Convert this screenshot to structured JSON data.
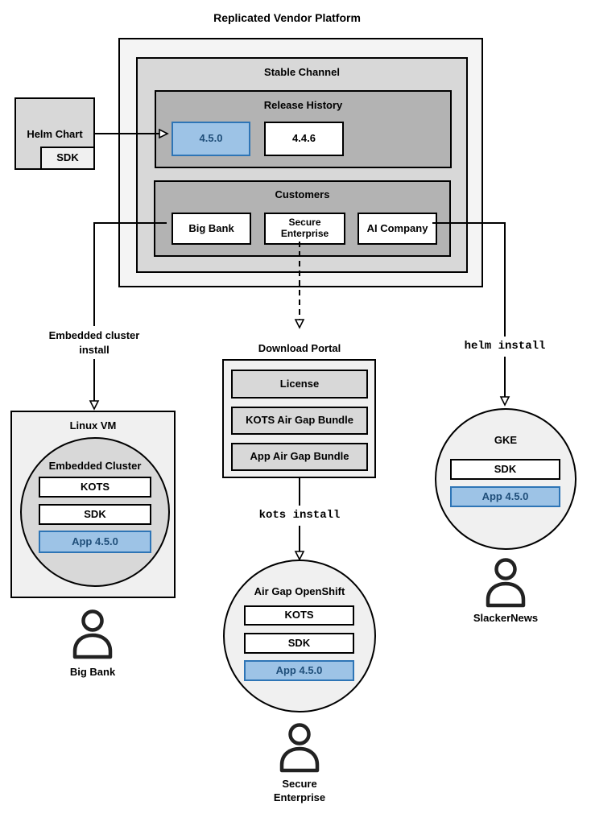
{
  "title": "Replicated Vendor Platform",
  "platform": {
    "channel_label": "Stable Channel",
    "release_history": {
      "label": "Release History",
      "releases": [
        {
          "version": "4.5.0",
          "highlighted": true
        },
        {
          "version": "4.4.6",
          "highlighted": false
        }
      ]
    },
    "customers": {
      "label": "Customers",
      "items": [
        {
          "name": "Big Bank"
        },
        {
          "name": "Secure Enterprise"
        },
        {
          "name": "AI Company"
        }
      ]
    }
  },
  "helm_chart": {
    "label": "Helm Chart",
    "sdk": "SDK"
  },
  "edges": {
    "embedded_install": "Embedded cluster install",
    "kots_install": "kots install",
    "helm_install": "helm install"
  },
  "download_portal": {
    "title": "Download Portal",
    "items": [
      {
        "name": "License"
      },
      {
        "name": "KOTS Air Gap Bundle"
      },
      {
        "name": "App Air Gap Bundle"
      }
    ]
  },
  "linux_vm": {
    "title": "Linux VM",
    "embedded_cluster": {
      "title": "Embedded Cluster",
      "kots": "KOTS",
      "sdk": "SDK",
      "app": "App 4.5.0"
    }
  },
  "openshift": {
    "title": "Air Gap OpenShift",
    "kots": "KOTS",
    "sdk": "SDK",
    "app": "App 4.5.0"
  },
  "gke": {
    "title": "GKE",
    "sdk": "SDK",
    "app": "App 4.5.0"
  },
  "users": {
    "big_bank": "Big Bank",
    "secure_enterprise": "Secure Enterprise",
    "slackernews": "SlackerNews"
  },
  "colors": {
    "highlight_fill": "#9DC3E6",
    "highlight_border": "#2E75B6",
    "highlight_text": "#1F4E79",
    "container_light": "#f4f4f4",
    "container_mid": "#d8d8d8",
    "container_dark": "#b3b3b3"
  }
}
